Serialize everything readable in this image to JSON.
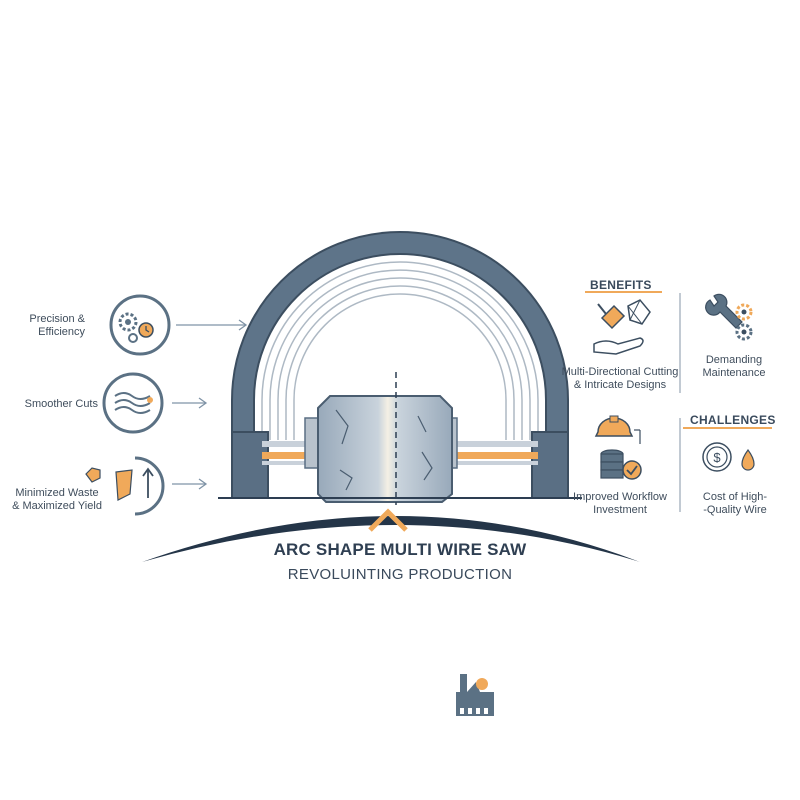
{
  "title": "ARC SHAPE MULTI WIRE SAW",
  "subtitle": "REVOLUINTING PRODUCTION",
  "left_features": [
    {
      "label_line1": "Precision &",
      "label_line2": "Efficiency",
      "icon": "gears-clock-icon"
    },
    {
      "label_line1": "Smoother Cuts",
      "label_line2": "",
      "icon": "waves-icon"
    },
    {
      "label_line1": "Minimized Waste",
      "label_line2": "& Maximized Yield",
      "icon": "yield-arrow-icon"
    }
  ],
  "benefits": {
    "heading": "BENEFITS",
    "items": [
      {
        "label_line1": "Multi-Directional Cutting",
        "label_line2": "& Intricate Designs",
        "icon": "cutting-tool-icon"
      },
      {
        "label_line1": "Improved Workflow",
        "label_line2": "Investment",
        "icon": "hardhat-coins-icon"
      }
    ]
  },
  "challenges": {
    "heading": "CHALLENGES",
    "items": [
      {
        "label_line1": "Demanding",
        "label_line2": "Maintenance",
        "icon": "wrench-gears-icon"
      },
      {
        "label_line1": "Cost of High-",
        "label_line2": "-Quality Wire",
        "icon": "coin-drop-icon"
      }
    ]
  },
  "colors": {
    "primary": "#5b7184",
    "accent": "#f0a95a",
    "dark": "#2d3e52"
  },
  "footer_icon": "factory-icon"
}
